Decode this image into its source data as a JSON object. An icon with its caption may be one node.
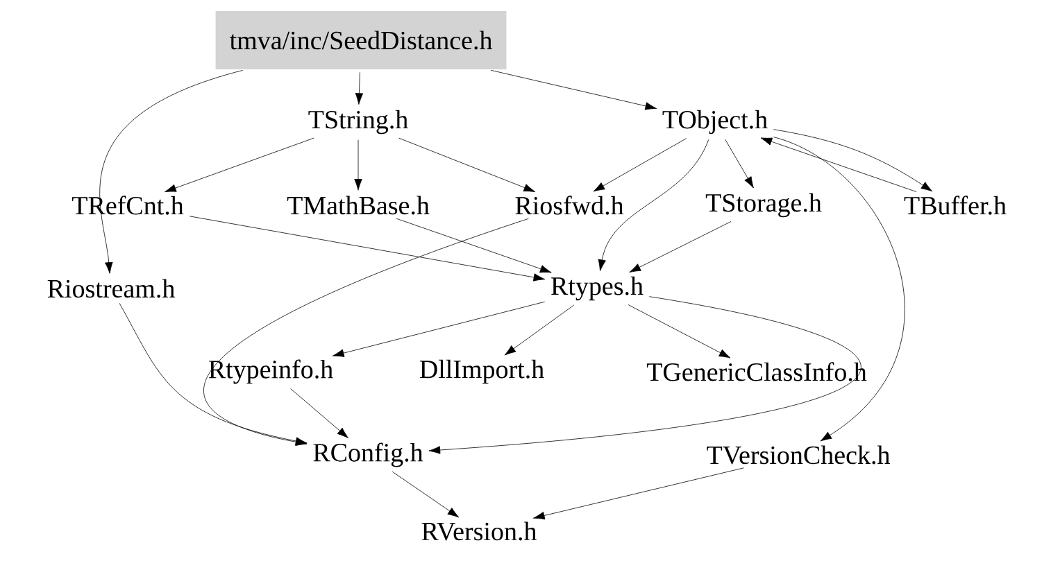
{
  "diagram": {
    "nodes": [
      {
        "text": [
          "tmva/inc/SeedDistance.h"
        ]
      },
      {
        "text": [
          "TString.h"
        ]
      },
      {
        "text": [
          "TObject.h"
        ]
      },
      {
        "text": [
          "TRefCnt.h"
        ]
      },
      {
        "text": [
          "TMathBase.h"
        ]
      },
      {
        "text": [
          "Riosfwd.h"
        ]
      },
      {
        "text": [
          "TStorage.h"
        ]
      },
      {
        "text": [
          "TBuffer.h"
        ]
      },
      {
        "text": [
          "Riostream.h"
        ]
      },
      {
        "text": [
          "Rtypes.h"
        ]
      },
      {
        "text": [
          "Rtypeinfo.h"
        ]
      },
      {
        "text": [
          "DllImport.h"
        ]
      },
      {
        "text": [
          "TGenericClassInfo.h"
        ]
      },
      {
        "text": [
          "RConfig.h"
        ]
      },
      {
        "text": [
          "TVersionCheck.h"
        ]
      },
      {
        "text": [
          "RVersion.h"
        ]
      }
    ],
    "edges": [
      {
        "from": 0,
        "to": 1,
        "arrow": "to"
      },
      {
        "from": 0,
        "to": 2,
        "arrow": "to"
      },
      {
        "from": 0,
        "to": 8,
        "arrow": "to"
      },
      {
        "from": 1,
        "to": 3,
        "arrow": "to"
      },
      {
        "from": 1,
        "to": 4,
        "arrow": "to"
      },
      {
        "from": 1,
        "to": 5,
        "arrow": "to"
      },
      {
        "from": 2,
        "to": 5,
        "arrow": "to"
      },
      {
        "from": 2,
        "to": 9,
        "arrow": "to"
      },
      {
        "from": 2,
        "to": 6,
        "arrow": "to"
      },
      {
        "from": 2,
        "to": 7,
        "arrow": "to"
      },
      {
        "from": 7,
        "to": 2,
        "arrow": "to"
      },
      {
        "from": 2,
        "to": 14,
        "arrow": "to"
      },
      {
        "from": 3,
        "to": 9,
        "arrow": "to"
      },
      {
        "from": 4,
        "to": 9,
        "arrow": "to"
      },
      {
        "from": 6,
        "to": 9,
        "arrow": "to"
      },
      {
        "from": 5,
        "to": 13,
        "arrow": "to"
      },
      {
        "from": 8,
        "to": 13,
        "arrow": "to"
      },
      {
        "from": 9,
        "to": 10,
        "arrow": "to"
      },
      {
        "from": 9,
        "to": 11,
        "arrow": "to"
      },
      {
        "from": 9,
        "to": 12,
        "arrow": "to"
      },
      {
        "from": 9,
        "to": 13,
        "arrow": "to"
      },
      {
        "from": 10,
        "to": 13,
        "arrow": "to"
      },
      {
        "from": 13,
        "to": 15,
        "arrow": "to"
      },
      {
        "from": 14,
        "to": 15,
        "arrow": "to"
      }
    ]
  }
}
